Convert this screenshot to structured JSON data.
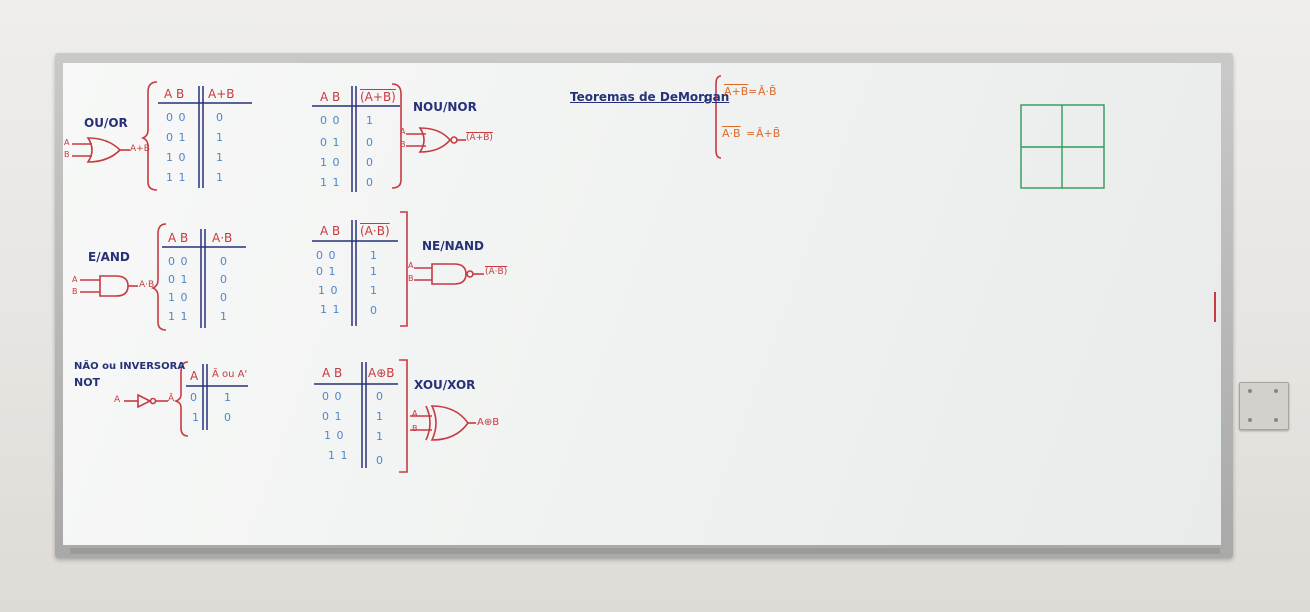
{
  "board": {
    "gates": [
      {
        "label": "OU/OR",
        "header_in": "A B",
        "header_out": "A+B",
        "rows": [
          "0 0",
          "0 1",
          "1 0",
          "1 1"
        ],
        "outs": [
          "0",
          "1",
          "1",
          "1"
        ],
        "gate_inputs": [
          "A",
          "B"
        ],
        "gate_output": "A+B"
      },
      {
        "label": "NOU/NOR",
        "header_in": "A B",
        "header_out": "(A+B)",
        "rows": [
          "0 0",
          "0 1",
          "1 0",
          "1 1"
        ],
        "outs": [
          "1",
          "0",
          "0",
          "0"
        ],
        "gate_inputs": [
          "A",
          "B"
        ],
        "gate_output": "(A+B)"
      },
      {
        "label": "E/AND",
        "header_in": "A B",
        "header_out": "A·B",
        "rows": [
          "0 0",
          "0 1",
          "1 0",
          "1 1"
        ],
        "outs": [
          "0",
          "0",
          "0",
          "1"
        ],
        "gate_inputs": [
          "A",
          "B"
        ],
        "gate_output": "A·B"
      },
      {
        "label": "NE/NAND",
        "header_in": "A B",
        "header_out": "(A·B)",
        "rows": [
          "0 0",
          "0 1",
          "1 0",
          "1 1"
        ],
        "outs": [
          "1",
          "1",
          "1",
          "0"
        ],
        "gate_inputs": [
          "A",
          "B"
        ],
        "gate_output": "(A·B)"
      },
      {
        "label_line1": "NÃO ou INVERSORA",
        "label_line2": "NOT",
        "header_in": "A",
        "header_out": "Ā ou A'",
        "rows": [
          "0",
          "1"
        ],
        "outs": [
          "1",
          "0"
        ],
        "gate_inputs": [
          "A"
        ],
        "gate_output": "Ā"
      },
      {
        "label": "XOU/XOR",
        "header_in": "A B",
        "header_out": "A⊕B",
        "rows": [
          "0 0",
          "0 1",
          "1 0",
          "1 1"
        ],
        "outs": [
          "0",
          "1",
          "1",
          "0"
        ],
        "gate_inputs": [
          "A",
          "B"
        ],
        "gate_output": "A⊕B"
      }
    ],
    "demorgan": {
      "title": "Teoremas de DeMorgan",
      "eq1_left": "A+B",
      "eq1_right": "Ā·B̄",
      "eq2_left": "A·B",
      "eq2_right": "Ā+B̄"
    }
  },
  "colors": {
    "navy": "#27317a",
    "red": "#c73a42",
    "blue": "#4f86cc",
    "orange": "#de6a2a",
    "green": "#2f9a5a"
  }
}
